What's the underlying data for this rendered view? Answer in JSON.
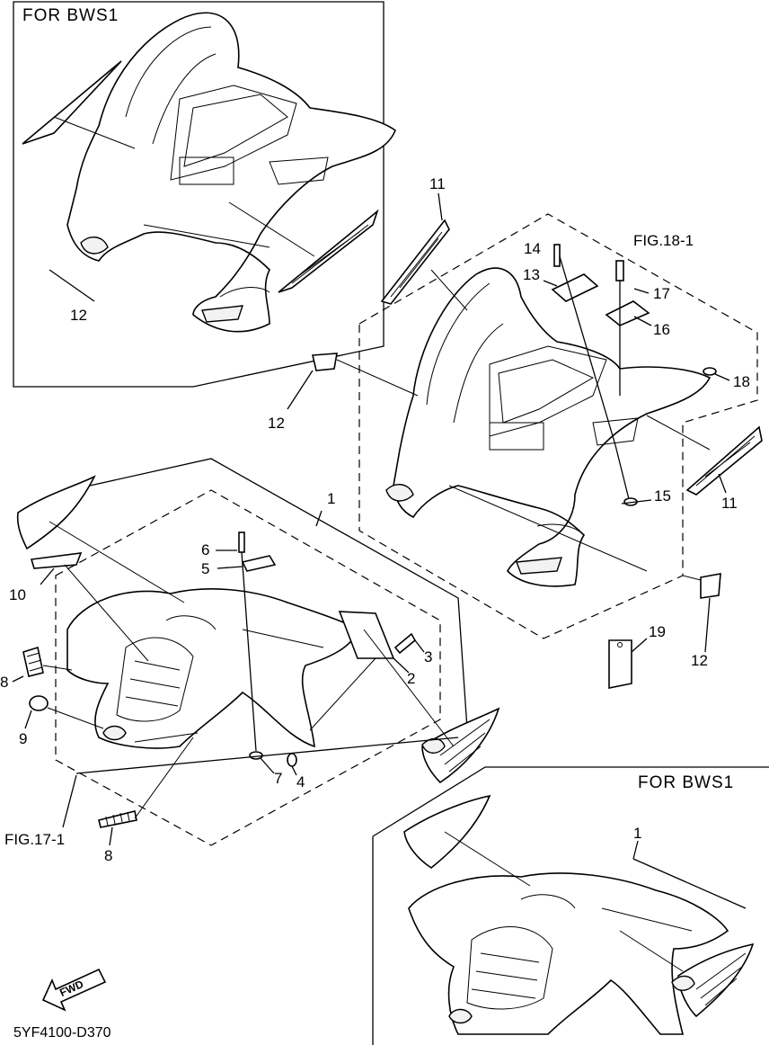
{
  "insets": {
    "top_left_title": "FOR  BWS1",
    "bottom_right_title": "FOR  BWS1"
  },
  "figure_refs": {
    "fig18": "FIG.18-1",
    "fig17": "FIG.17-1"
  },
  "callouts": {
    "c1_main": "1",
    "c1_inset": "1",
    "c2": "2",
    "c3": "3",
    "c4": "4",
    "c5": "5",
    "c6": "6",
    "c7": "7",
    "c8_upper": "8",
    "c8_lower": "8",
    "c9": "9",
    "c10": "10",
    "c11_top": "11",
    "c11_right": "11",
    "c12_inset": "12",
    "c12_left": "12",
    "c12_right": "12",
    "c13": "13",
    "c14": "14",
    "c15": "15",
    "c16": "16",
    "c17": "17",
    "c18": "18",
    "c19": "19"
  },
  "fwd_arrow": {
    "label": "FWD",
    "icon": "fwd-arrow-icon"
  },
  "diagram_code": "5YF4100-D370"
}
